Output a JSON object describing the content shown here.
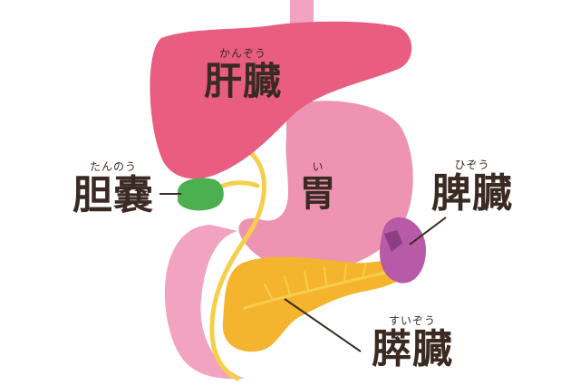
{
  "labels": {
    "liver": {
      "kanji": "肝臓",
      "ruby": "かんぞう"
    },
    "gall": {
      "kanji": "胆嚢",
      "ruby": "たんのう"
    },
    "stomach": {
      "kanji": "胃",
      "ruby": "い"
    },
    "spleen": {
      "kanji": "脾臓",
      "ruby": "ひぞう"
    },
    "pancreas": {
      "kanji": "膵臓",
      "ruby": "すいぞう"
    }
  },
  "colors": {
    "liver": "#e85d80",
    "stomach": "#ee93b2",
    "esophagus": "#f2a3bf",
    "gallbladder": "#4caf50",
    "duct": "#f6cf4a",
    "pancreas": "#f4b42e",
    "spleen": "#b75aa8",
    "text": "#3a2a22"
  }
}
